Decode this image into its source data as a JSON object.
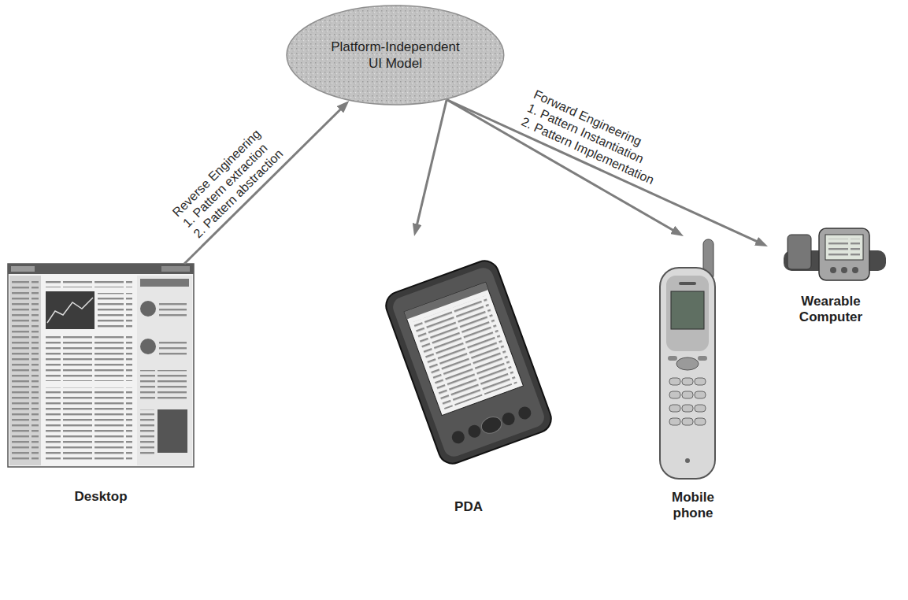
{
  "diagram": {
    "nodes": [
      {
        "text": [
          "Platform-Independent UI Model"
        ]
      },
      {
        "text": [
          "Desktop"
        ]
      },
      {
        "text": [
          "PDA"
        ]
      },
      {
        "text": [
          "Mobile phone"
        ]
      },
      {
        "text": [
          "Wearable Computer"
        ]
      }
    ],
    "edges": [
      {
        "from": 1,
        "to": 0,
        "arrow": "to"
      },
      {
        "from": 0,
        "to": 2,
        "arrow": "to"
      },
      {
        "from": 0,
        "to": 3,
        "arrow": "to"
      },
      {
        "from": 0,
        "to": 4,
        "arrow": "to"
      }
    ],
    "labels": [
      "Reverse Engineering",
      "1. Pattern extraction",
      "2. Pattern abstraction",
      "Forward Engineering",
      "1. Pattern Instantiation",
      "2. Pattern Implementation"
    ]
  }
}
